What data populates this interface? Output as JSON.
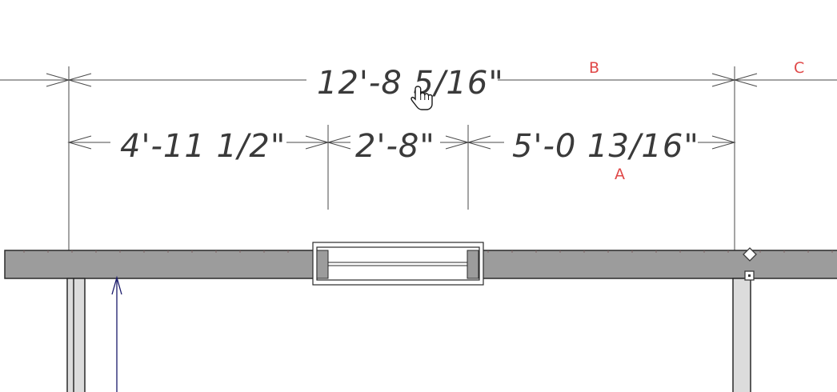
{
  "dimensions": {
    "overall": "12'-8 5/16\"",
    "left_segment": "4'-11 1/2\"",
    "window_width": "2'-8\"",
    "right_segment": "5'-0 13/16\""
  },
  "labels": {
    "a": "A",
    "b": "B",
    "c": "C"
  },
  "icons": {
    "cursor": "hand-pointer-icon",
    "wall_end_diamond": "diamond-handle-icon",
    "wall_end_square": "square-handle-icon"
  },
  "colors": {
    "dimension_line": "#4a4a4a",
    "dimension_text": "#3a3a3a",
    "wall_fill": "#9c9c9c",
    "label_red": "#e04848",
    "arrow_blue": "#1a1a6a"
  }
}
